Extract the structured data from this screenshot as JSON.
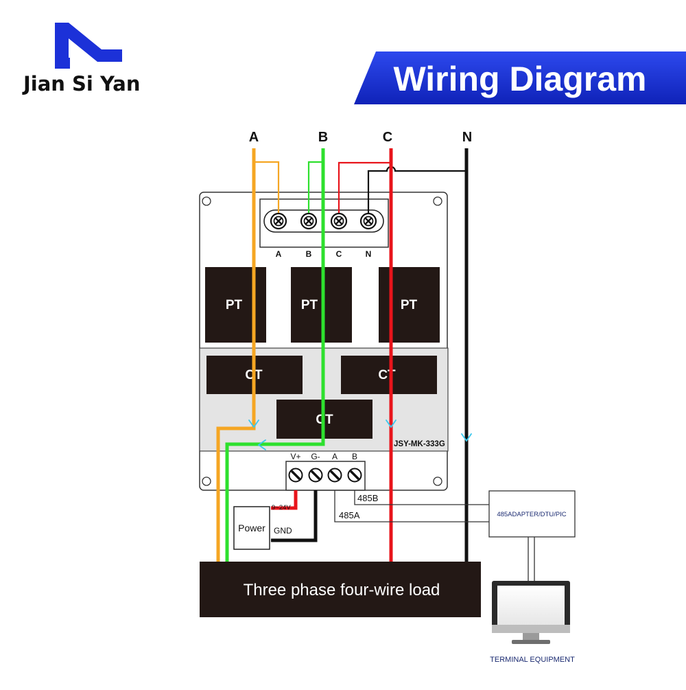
{
  "brand": {
    "name": "Jian Si Yan"
  },
  "header": {
    "title": "Wiring Diagram"
  },
  "phases": {
    "a": "A",
    "b": "B",
    "c": "C",
    "n": "N"
  },
  "terminal_top": {
    "labels": [
      "A",
      "B",
      "C",
      "N"
    ]
  },
  "pt_label": "PT",
  "ct_label": "CT",
  "model": "JSY-MK-333G",
  "terminal_bottom": {
    "labels": [
      "V+",
      "G-",
      "A",
      "B"
    ]
  },
  "power": {
    "label": "Power",
    "voltage": "9~24V",
    "gnd": "GND"
  },
  "rs485": {
    "b": "485B",
    "a": "485A"
  },
  "adapter": {
    "label": "485ADAPTER/DTU/PIC"
  },
  "load": {
    "label": "Three phase four-wire load"
  },
  "terminal_equipment": {
    "label": "TERMINAL EQUIPMENT"
  },
  "colors": {
    "phase_a": "#f5a623",
    "phase_b": "#2ee02e",
    "phase_c": "#e8141b",
    "neutral": "#111111",
    "banner": "#1a31d6",
    "arrow": "#38c8ee"
  }
}
